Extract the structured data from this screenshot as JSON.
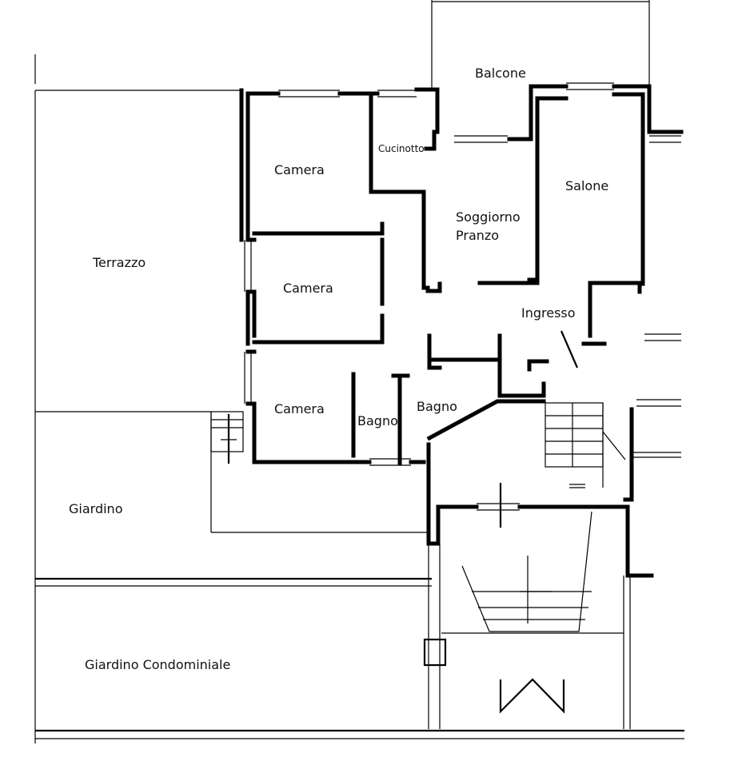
{
  "rooms": {
    "balcone": "Balcone",
    "cucinotto": "Cucinotto",
    "camera_1": "Camera",
    "camera_2": "Camera",
    "camera_3": "Camera",
    "salone": "Salone",
    "soggiorno": "Soggiorno",
    "pranzo": "Pranzo",
    "ingresso": "Ingresso",
    "terrazzo": "Terrazzo",
    "bagno_1": "Bagno",
    "bagno_2": "Bagno",
    "giardino": "Giardino",
    "giardino_condominiale": "Giardino Condominiale"
  }
}
